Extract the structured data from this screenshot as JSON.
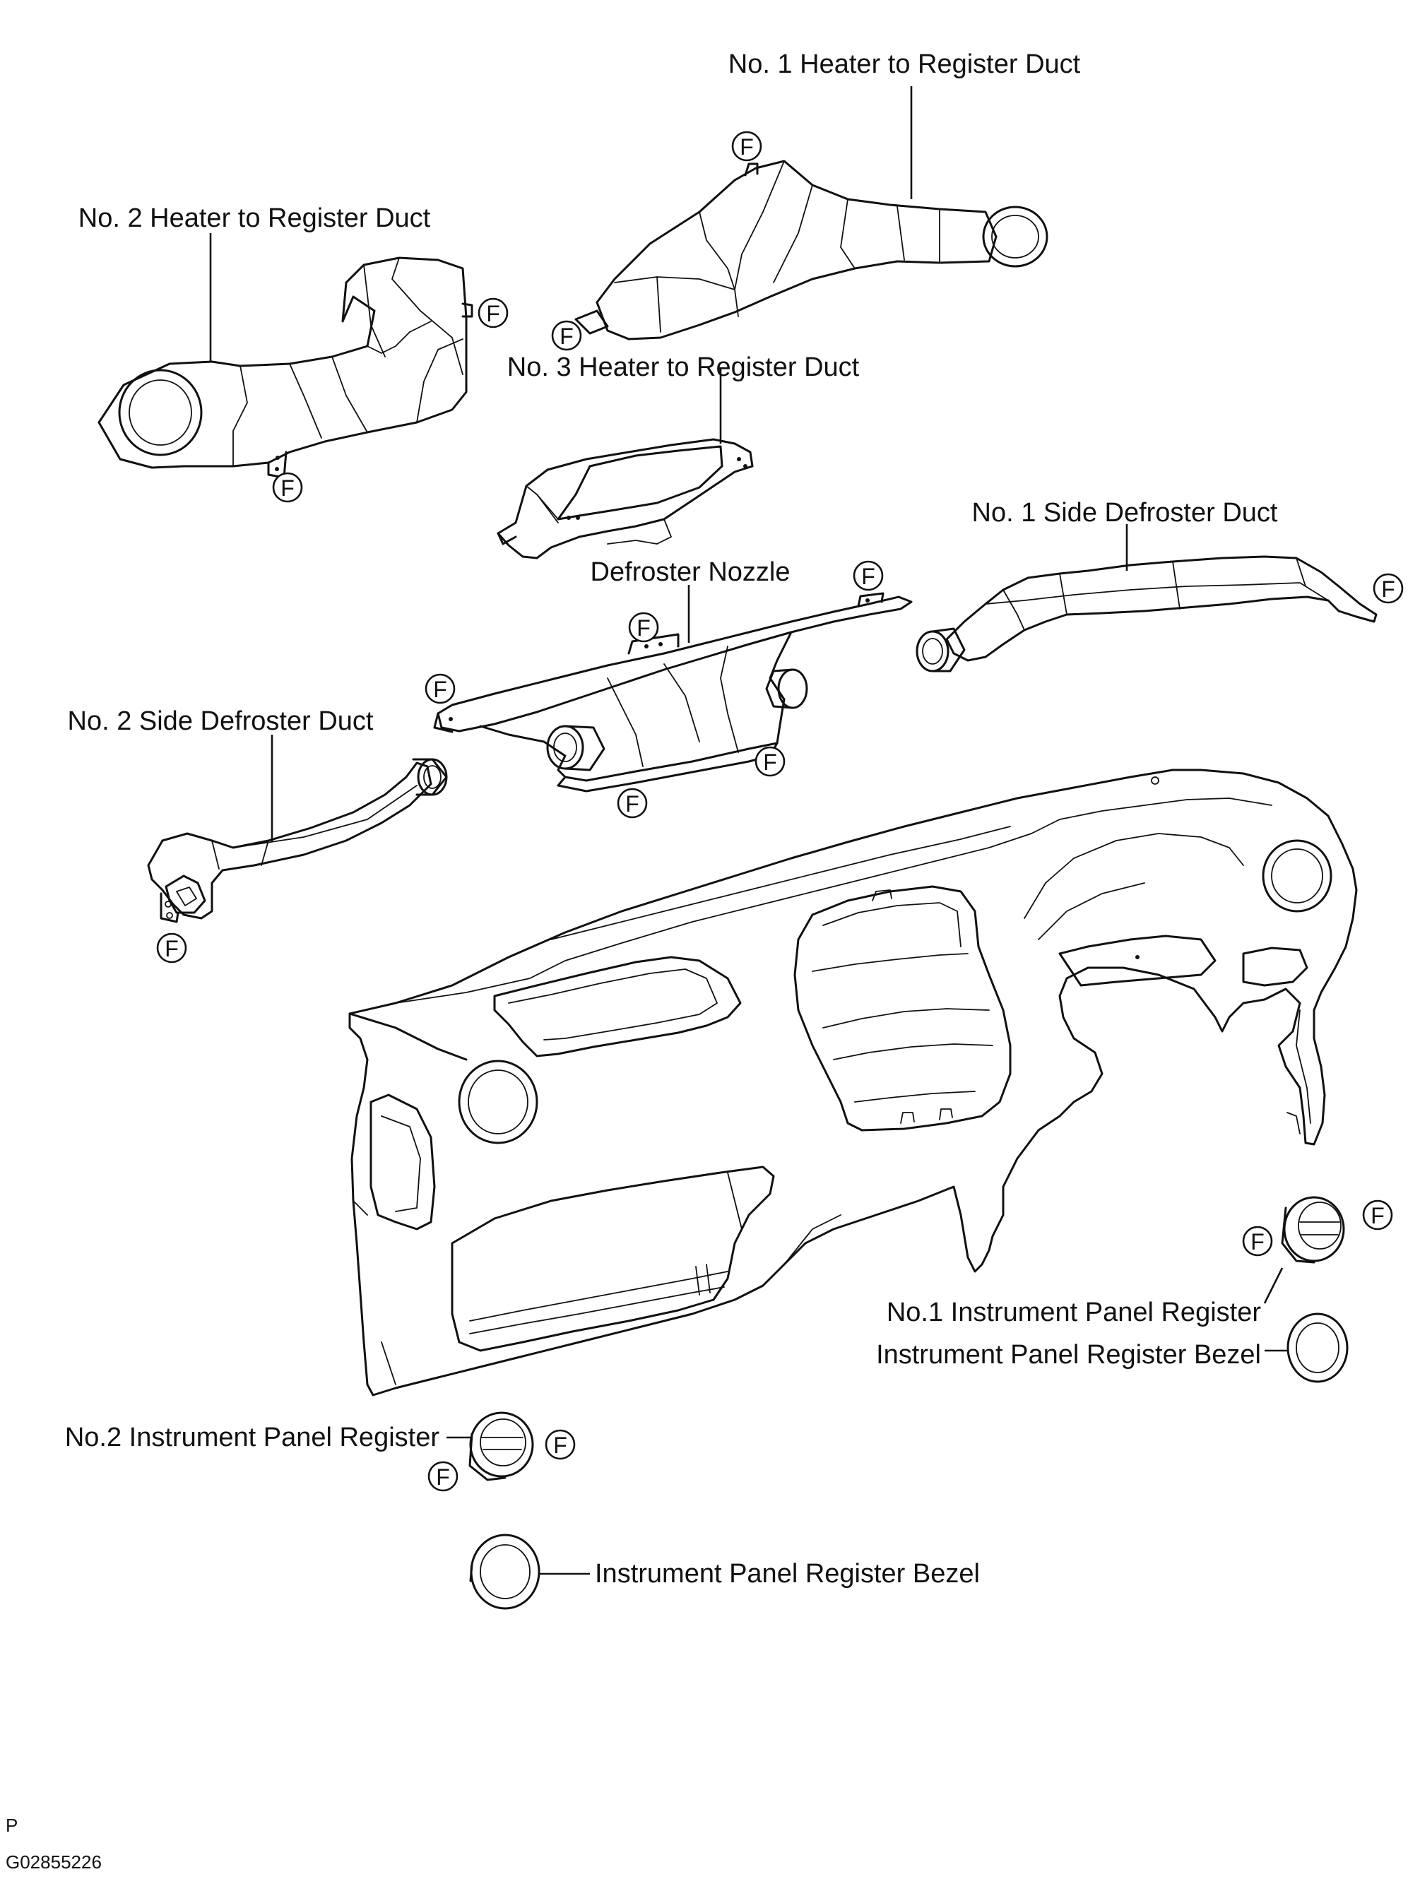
{
  "labels": {
    "no1_heater_duct": "No. 1 Heater to Register Duct",
    "no2_heater_duct": "No. 2 Heater to Register Duct",
    "no3_heater_duct": "No. 3 Heater to Register Duct",
    "no1_side_defroster": "No. 1 Side Defroster Duct",
    "defroster_nozzle": "Defroster Nozzle",
    "no2_side_defroster": "No. 2 Side Defroster Duct",
    "no1_register": "No.1 Instrument Panel Register",
    "bezel_right": "Instrument Panel Register Bezel",
    "no2_register": "No.2 Instrument Panel Register",
    "bezel_left": "Instrument Panel Register Bezel"
  },
  "clip_marker": "F",
  "footer": {
    "view_code": "P",
    "figure_id": "G02855226"
  }
}
